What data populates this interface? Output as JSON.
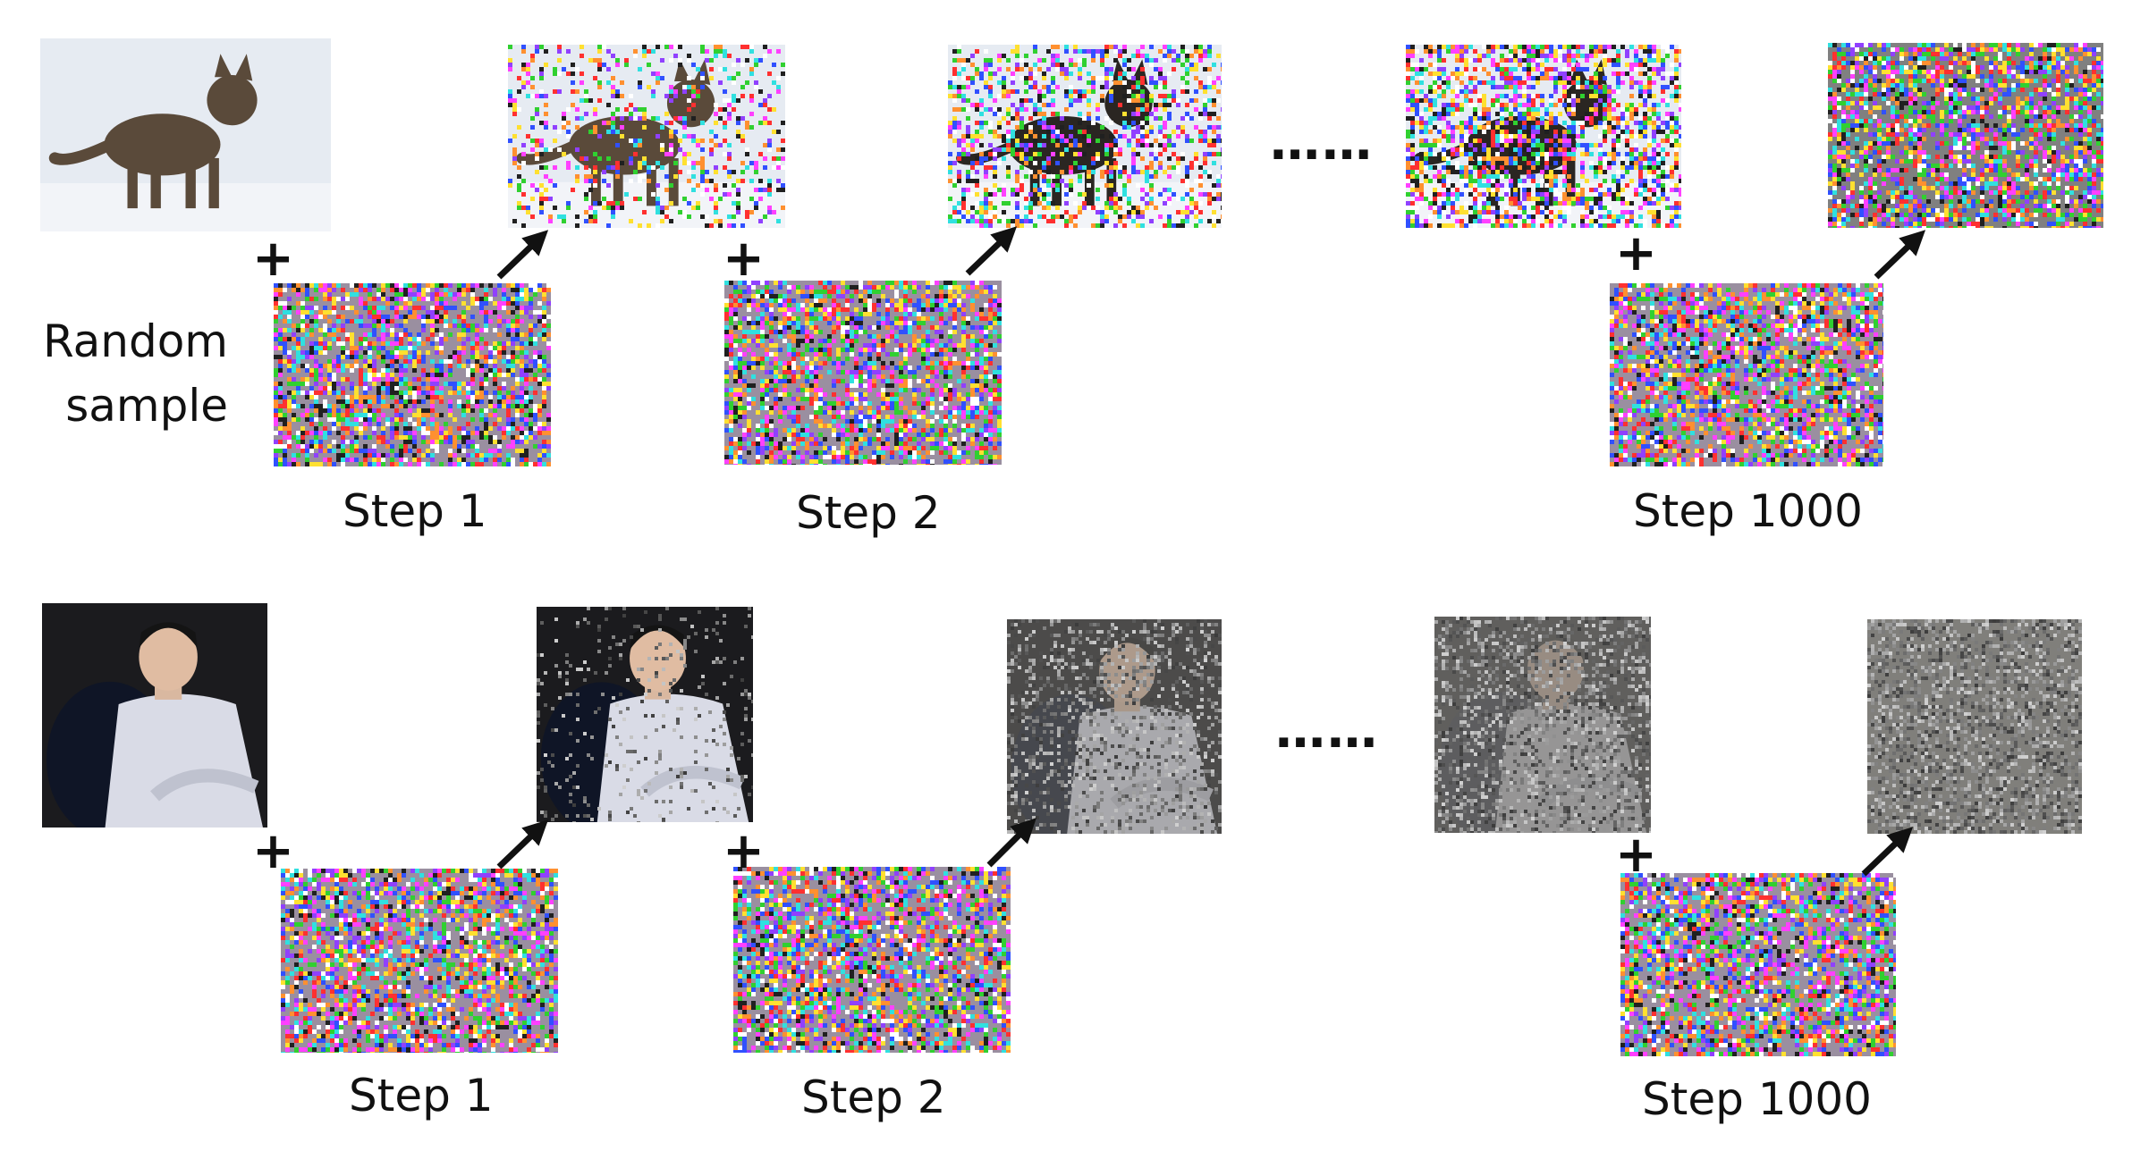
{
  "side_label": {
    "line1": "Random",
    "line2": "sample"
  },
  "plus_symbol": "+",
  "ellipsis": "……",
  "rows": [
    {
      "subject": "cat",
      "steps": [
        "Step 1",
        "Step 2",
        "Step 1000"
      ],
      "image_noise_levels": [
        0.0,
        0.3,
        0.55,
        0.85,
        1.0
      ]
    },
    {
      "subject": "person",
      "steps": [
        "Step 1",
        "Step 2",
        "Step 1000"
      ],
      "image_noise_levels": [
        0.0,
        0.15,
        0.6,
        0.85,
        1.0
      ]
    }
  ],
  "colors": {
    "arrow": "#111111",
    "snow": "#e6ebf2",
    "portrait_bg": "#1b1b1e",
    "shirt": "#d9dbe6"
  }
}
